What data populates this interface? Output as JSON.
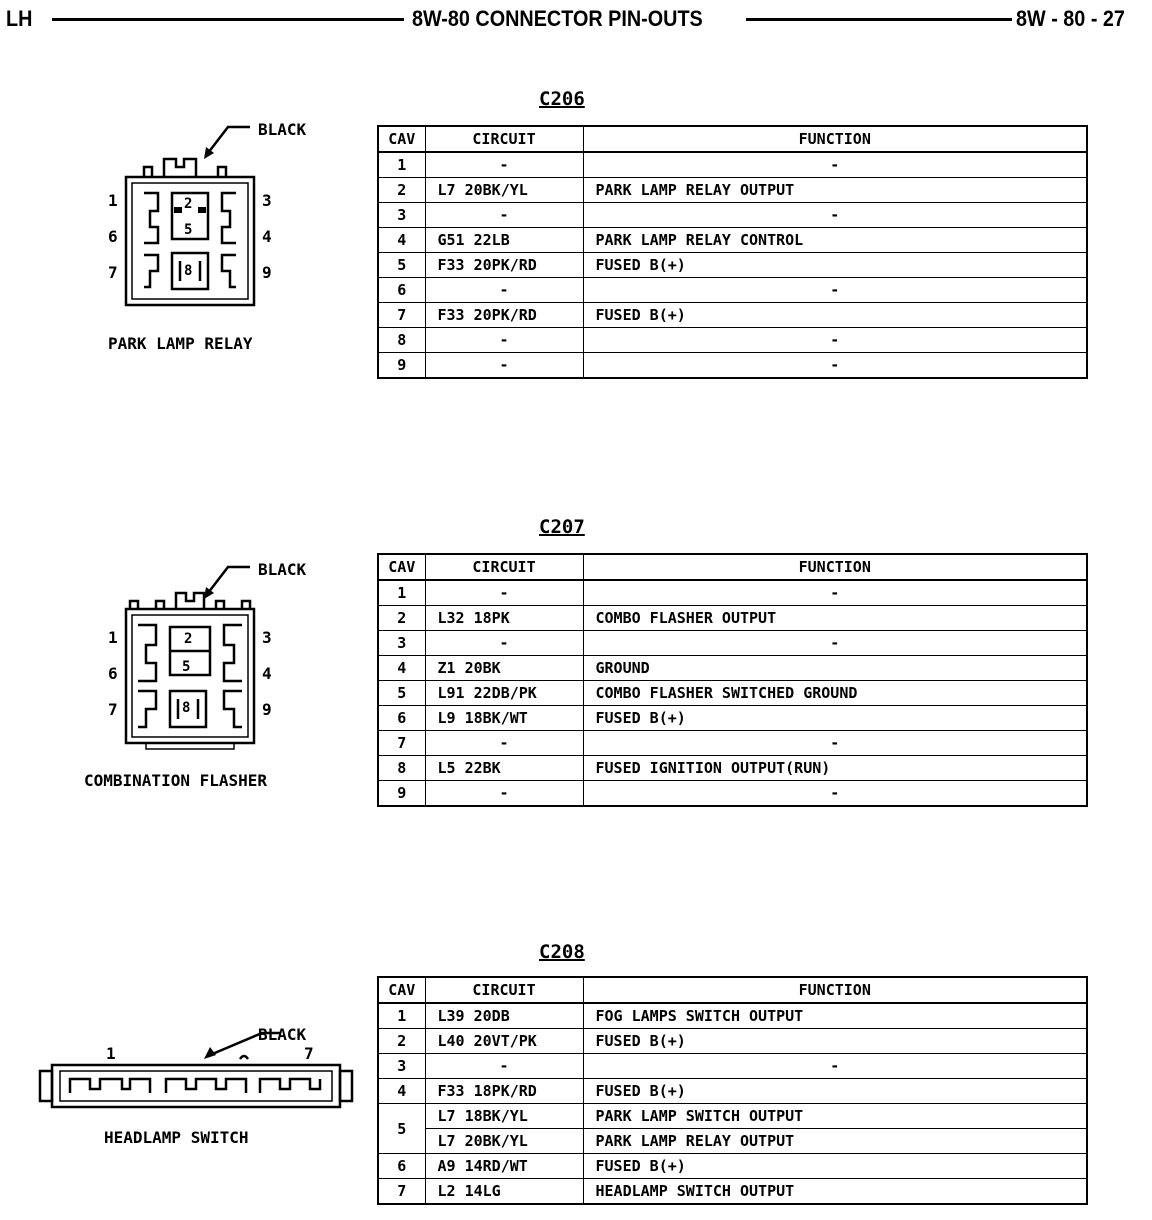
{
  "header": {
    "left": "LH",
    "center": "8W-80 CONNECTOR PIN-OUTS",
    "right": "8W - 80 - 27"
  },
  "connectors": [
    {
      "id": "C206",
      "name": "PARK LAMP RELAY",
      "color_label": "BLACK",
      "pin_labels": [
        "1",
        "3",
        "6",
        "4",
        "7",
        "9"
      ],
      "inner_labels": [
        "2",
        "5",
        "8"
      ],
      "columns": [
        "CAV",
        "CIRCUIT",
        "FUNCTION"
      ],
      "rows": [
        {
          "cav": "1",
          "circuit": "-",
          "function": "-"
        },
        {
          "cav": "2",
          "circuit": "L7 20BK/YL",
          "function": "PARK LAMP RELAY OUTPUT"
        },
        {
          "cav": "3",
          "circuit": "-",
          "function": "-"
        },
        {
          "cav": "4",
          "circuit": "G51 22LB",
          "function": "PARK LAMP RELAY CONTROL"
        },
        {
          "cav": "5",
          "circuit": "F33 20PK/RD",
          "function": "FUSED B(+)"
        },
        {
          "cav": "6",
          "circuit": "-",
          "function": "-"
        },
        {
          "cav": "7",
          "circuit": "F33 20PK/RD",
          "function": "FUSED B(+)"
        },
        {
          "cav": "8",
          "circuit": "-",
          "function": "-"
        },
        {
          "cav": "9",
          "circuit": "-",
          "function": "-"
        }
      ]
    },
    {
      "id": "C207",
      "name": "COMBINATION FLASHER",
      "color_label": "BLACK",
      "pin_labels": [
        "1",
        "3",
        "6",
        "4",
        "7",
        "9"
      ],
      "inner_labels": [
        "2",
        "5",
        "8"
      ],
      "columns": [
        "CAV",
        "CIRCUIT",
        "FUNCTION"
      ],
      "rows": [
        {
          "cav": "1",
          "circuit": "-",
          "function": "-"
        },
        {
          "cav": "2",
          "circuit": "L32 18PK",
          "function": "COMBO FLASHER OUTPUT"
        },
        {
          "cav": "3",
          "circuit": "-",
          "function": "-"
        },
        {
          "cav": "4",
          "circuit": "Z1 20BK",
          "function": "GROUND"
        },
        {
          "cav": "5",
          "circuit": "L91 22DB/PK",
          "function": "COMBO FLASHER SWITCHED GROUND"
        },
        {
          "cav": "6",
          "circuit": "L9 18BK/WT",
          "function": "FUSED B(+)"
        },
        {
          "cav": "7",
          "circuit": "-",
          "function": "-"
        },
        {
          "cav": "8",
          "circuit": "L5 22BK",
          "function": "FUSED IGNITION OUTPUT(RUN)"
        },
        {
          "cav": "9",
          "circuit": "-",
          "function": "-"
        }
      ]
    },
    {
      "id": "C208",
      "name": "HEADLAMP SWITCH",
      "color_label": "BLACK",
      "pin_labels": [
        "1",
        "7"
      ],
      "columns": [
        "CAV",
        "CIRCUIT",
        "FUNCTION"
      ],
      "rows": [
        {
          "cav": "1",
          "circuit": "L39 20DB",
          "function": "FOG LAMPS SWITCH OUTPUT"
        },
        {
          "cav": "2",
          "circuit": "L40 20VT/PK",
          "function": "FUSED B(+)"
        },
        {
          "cav": "3",
          "circuit": "-",
          "function": "-"
        },
        {
          "cav": "4",
          "circuit": "F33 18PK/RD",
          "function": "FUSED B(+)"
        },
        {
          "cav": "5",
          "circuit": "L7 18BK/YL",
          "function": "PARK LAMP SWITCH OUTPUT"
        },
        {
          "cav": "5",
          "circuit": "L7 20BK/YL",
          "function": "PARK LAMP RELAY OUTPUT"
        },
        {
          "cav": "6",
          "circuit": "A9 14RD/WT",
          "function": "FUSED B(+)"
        },
        {
          "cav": "7",
          "circuit": "L2 14LG",
          "function": "HEADLAMP SWITCH OUTPUT"
        }
      ]
    }
  ]
}
